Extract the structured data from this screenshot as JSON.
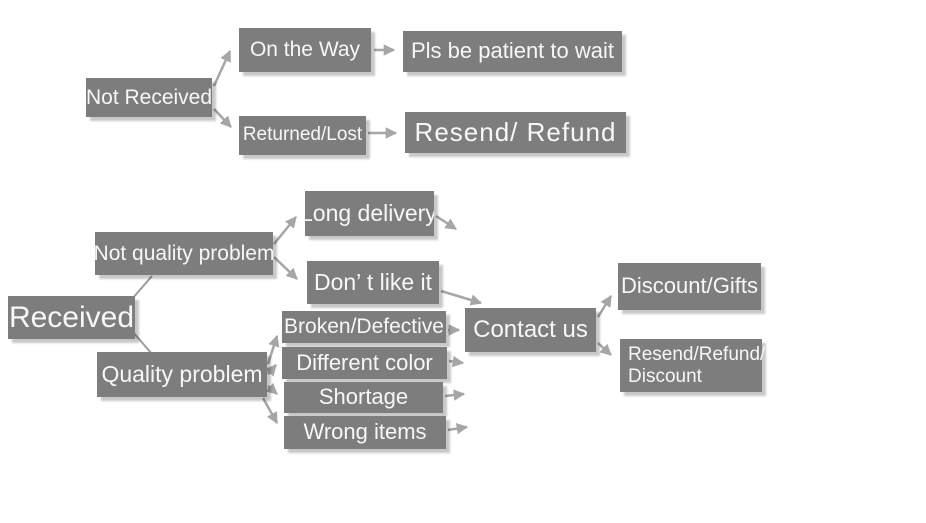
{
  "diagram": {
    "background_color": "#ffffff",
    "box_color": "#7d7d7d",
    "text_color": "#f7f7f7",
    "arrow_color": "#a6a6a6",
    "nodes": {
      "not_received": "Not Received",
      "on_the_way": "On the Way",
      "pls_wait": "Pls be patient to wait",
      "returned_lost": "Returned/Lost",
      "resend_refund": "Resend/ Refund",
      "received": "Received",
      "not_quality_problem": "Not quality problem",
      "long_delivery": "Long delivery",
      "dont_like_it": "Don’ t like it",
      "quality_problem": "Quality problem",
      "broken_defective": "Broken/Defective",
      "different_color": "Different color",
      "shortage": "Shortage",
      "wrong_items": "Wrong items",
      "contact_us": "Contact us",
      "discount_gifts": "Discount/Gifts",
      "resend_refund_discount_line1": "Resend/Refund/",
      "resend_refund_discount_line2": "Discount"
    },
    "edges": [
      {
        "from": "not_received",
        "to": "on_the_way"
      },
      {
        "from": "not_received",
        "to": "returned_lost"
      },
      {
        "from": "on_the_way",
        "to": "pls_wait"
      },
      {
        "from": "returned_lost",
        "to": "resend_refund"
      },
      {
        "from": "received",
        "to": "not_quality_problem"
      },
      {
        "from": "received",
        "to": "quality_problem"
      },
      {
        "from": "not_quality_problem",
        "to": "long_delivery"
      },
      {
        "from": "not_quality_problem",
        "to": "dont_like_it"
      },
      {
        "from": "long_delivery",
        "to": "contact_us"
      },
      {
        "from": "dont_like_it",
        "to": "contact_us"
      },
      {
        "from": "quality_problem",
        "to": "broken_defective"
      },
      {
        "from": "quality_problem",
        "to": "different_color"
      },
      {
        "from": "quality_problem",
        "to": "shortage"
      },
      {
        "from": "quality_problem",
        "to": "wrong_items"
      },
      {
        "from": "broken_defective",
        "to": "contact_us"
      },
      {
        "from": "different_color",
        "to": "contact_us"
      },
      {
        "from": "shortage",
        "to": "contact_us"
      },
      {
        "from": "wrong_items",
        "to": "contact_us"
      },
      {
        "from": "contact_us",
        "to": "discount_gifts"
      },
      {
        "from": "contact_us",
        "to": "resend_refund_discount"
      }
    ]
  }
}
